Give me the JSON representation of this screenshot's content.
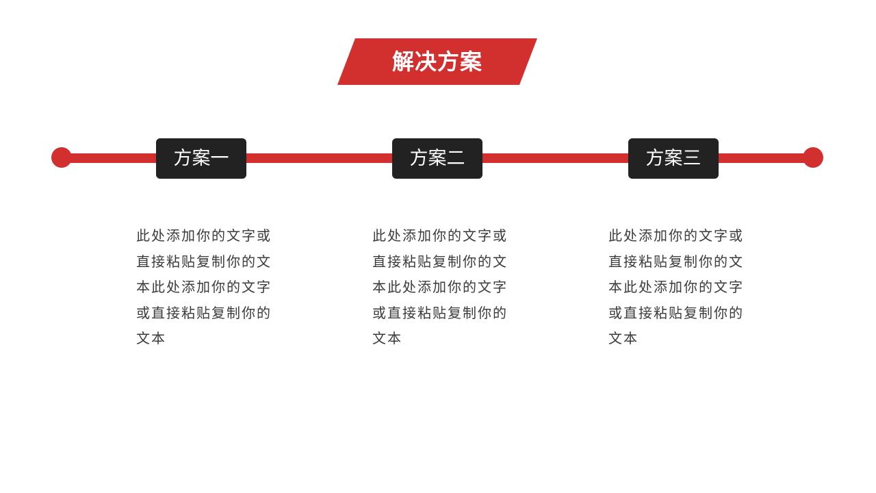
{
  "slide": {
    "title": "解决方案",
    "accent_color": "#d22f2f",
    "label_bg_color": "#222222",
    "steps": [
      {
        "label": "方案一",
        "description": "此处添加你的文字或直接粘贴复制你的文本此处添加你的文字或直接粘贴复制你的文本"
      },
      {
        "label": "方案二",
        "description": "此处添加你的文字或直接粘贴复制你的文本此处添加你的文字或直接粘贴复制你的文本"
      },
      {
        "label": "方案三",
        "description": "此处添加你的文字或直接粘贴复制你的文本此处添加你的文字或直接粘贴复制你的文本"
      }
    ]
  }
}
